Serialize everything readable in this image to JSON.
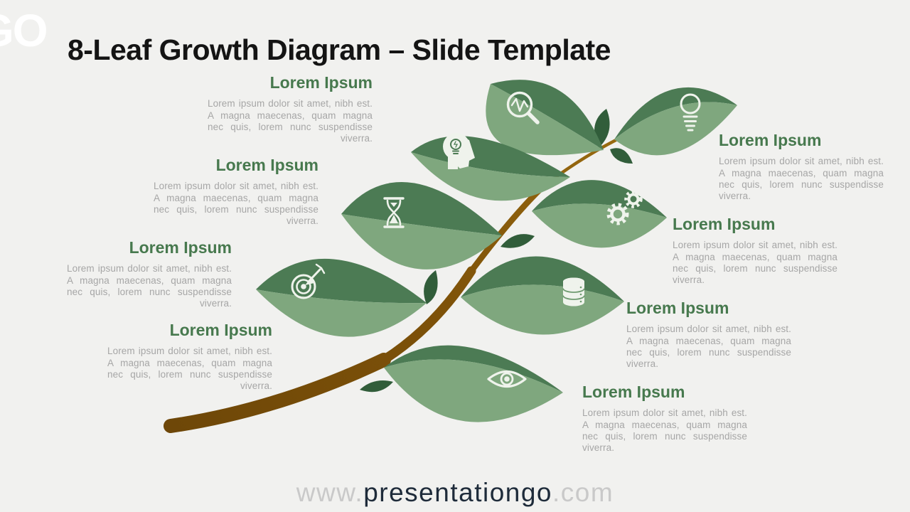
{
  "header": {
    "logo_text": "GO",
    "title": "8-Leaf Growth Diagram – Slide Template"
  },
  "blocks": [
    {
      "heading": "Lorem Ipsum",
      "body": "Lorem ipsum dolor sit amet, nibh est. A magna maecenas, quam magna nec quis, lorem nunc suspendisse viverra."
    },
    {
      "heading": "Lorem Ipsum",
      "body": "Lorem ipsum dolor sit amet, nibh est. A magna maecenas, quam magna nec quis, lorem nunc suspendisse viverra."
    },
    {
      "heading": "Lorem Ipsum",
      "body": "Lorem ipsum dolor sit amet, nibh est. A magna maecenas, quam magna nec quis, lorem nunc suspendisse viverra."
    },
    {
      "heading": "Lorem Ipsum",
      "body": "Lorem ipsum dolor sit amet, nibh est. A magna maecenas, quam magna nec quis, lorem nunc suspendisse viverra."
    },
    {
      "heading": "Lorem Ipsum",
      "body": "Lorem ipsum dolor sit amet, nibh est. A magna maecenas, quam magna nec quis, lorem nunc suspendisse viverra."
    },
    {
      "heading": "Lorem Ipsum",
      "body": "Lorem ipsum dolor sit amet, nibh est. A magna maecenas, quam magna nec quis, lorem nunc suspendisse viverra."
    },
    {
      "heading": "Lorem Ipsum",
      "body": "Lorem ipsum dolor sit amet, nibh est. A magna maecenas, quam magna nec quis, lorem nunc suspendisse viverra."
    },
    {
      "heading": "Lorem Ipsum",
      "body": "Lorem ipsum dolor sit amet, nibh est. A magna maecenas, quam magna nec quis, lorem nunc suspendisse viverra."
    }
  ],
  "diagram": {
    "leaf_icons": [
      "search-trend-magnifier",
      "lightbulb",
      "creative-head",
      "hourglass",
      "gears",
      "target-arrow",
      "database",
      "eye"
    ],
    "colors": {
      "background": "#f1f1ef",
      "leaf_dark": "#4C7B54",
      "leaf_light": "#7FA77E",
      "leaflet": "#315D3A",
      "stem_dark": "#6E4708",
      "stem_light": "#9A6B10",
      "heading_green": "#47794E",
      "body_gray": "#a6a6a6",
      "icon_white": "#EFF3EC"
    }
  },
  "footer": {
    "url_prefix": "www.",
    "url_brand": "presentationgo",
    "url_suffix": ".com"
  }
}
